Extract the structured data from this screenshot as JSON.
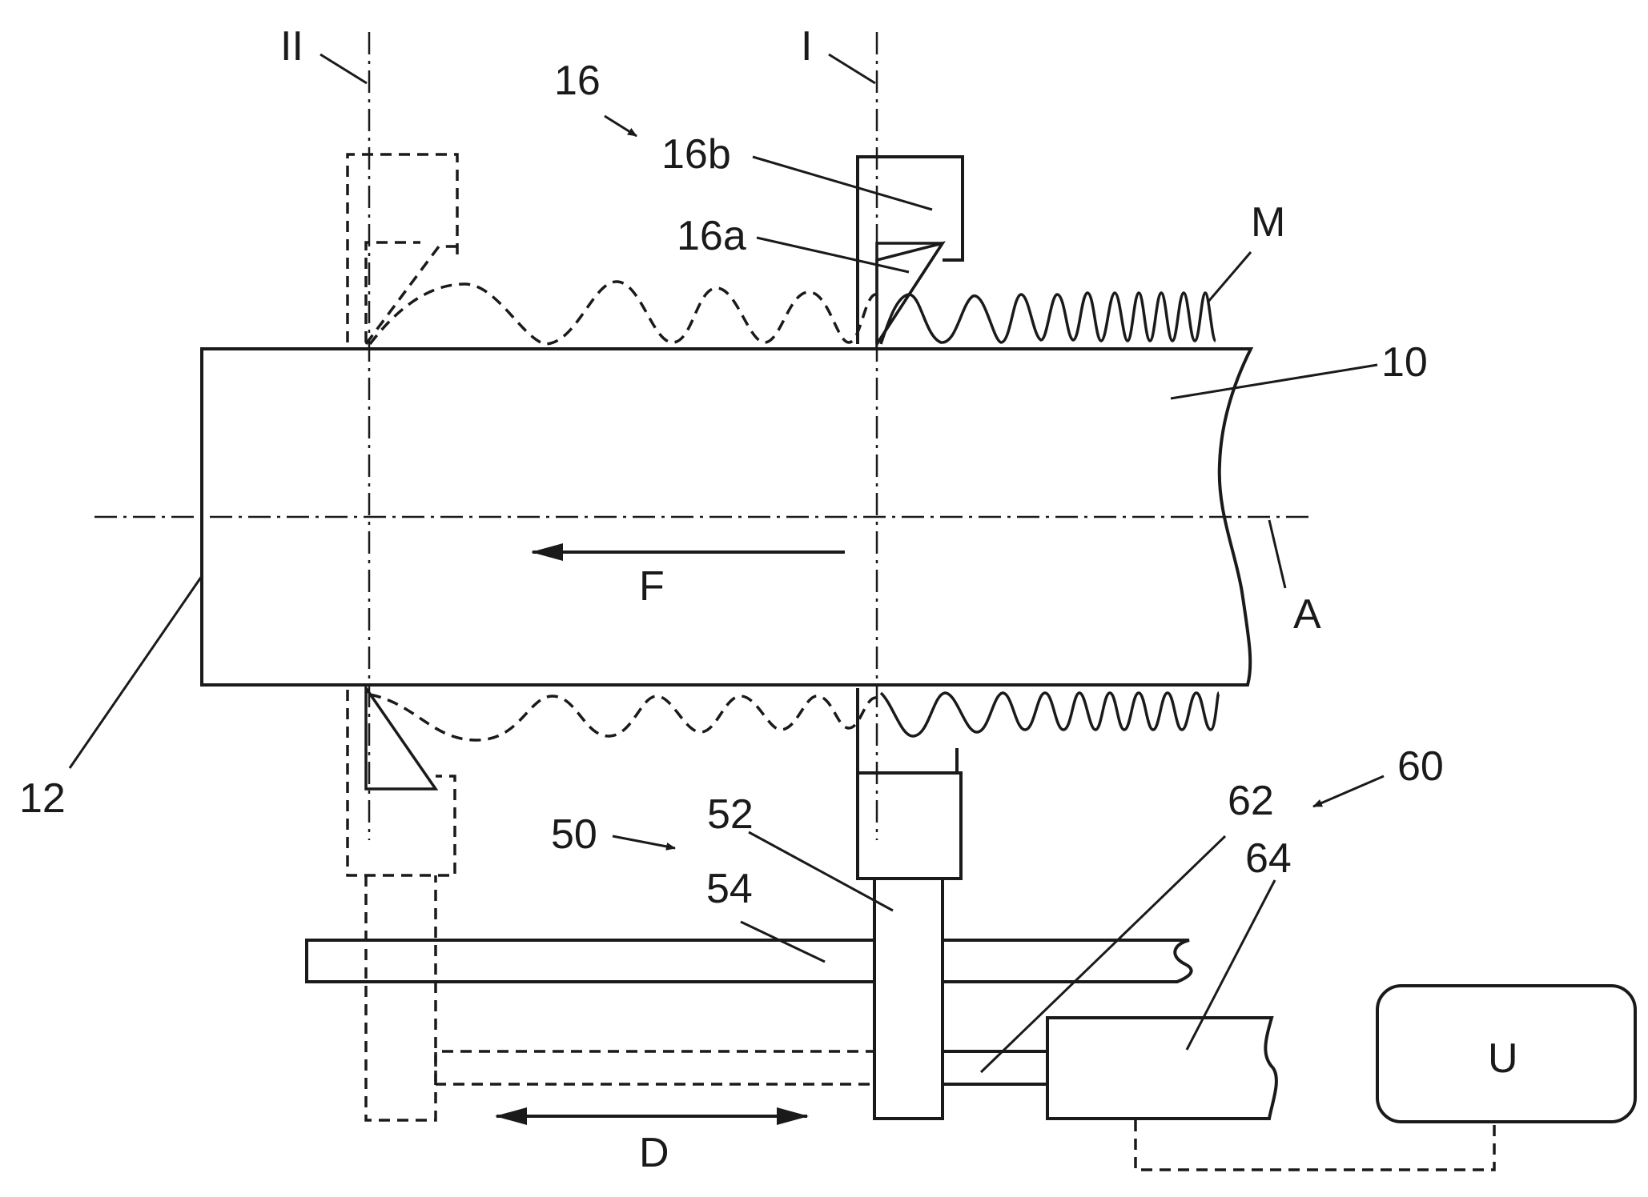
{
  "labels": {
    "plane_ii": "II",
    "plane_i": "I",
    "ref_16": "16",
    "ref_16b": "16b",
    "ref_16a": "16a",
    "material_m": "M",
    "ref_10": "10",
    "axis_a": "A",
    "direction_f": "F",
    "ref_12": "12",
    "ref_50": "50",
    "ref_52": "52",
    "ref_54": "54",
    "ref_60": "60",
    "ref_62": "62",
    "ref_64": "64",
    "unit_u": "U",
    "direction_d": "D"
  }
}
